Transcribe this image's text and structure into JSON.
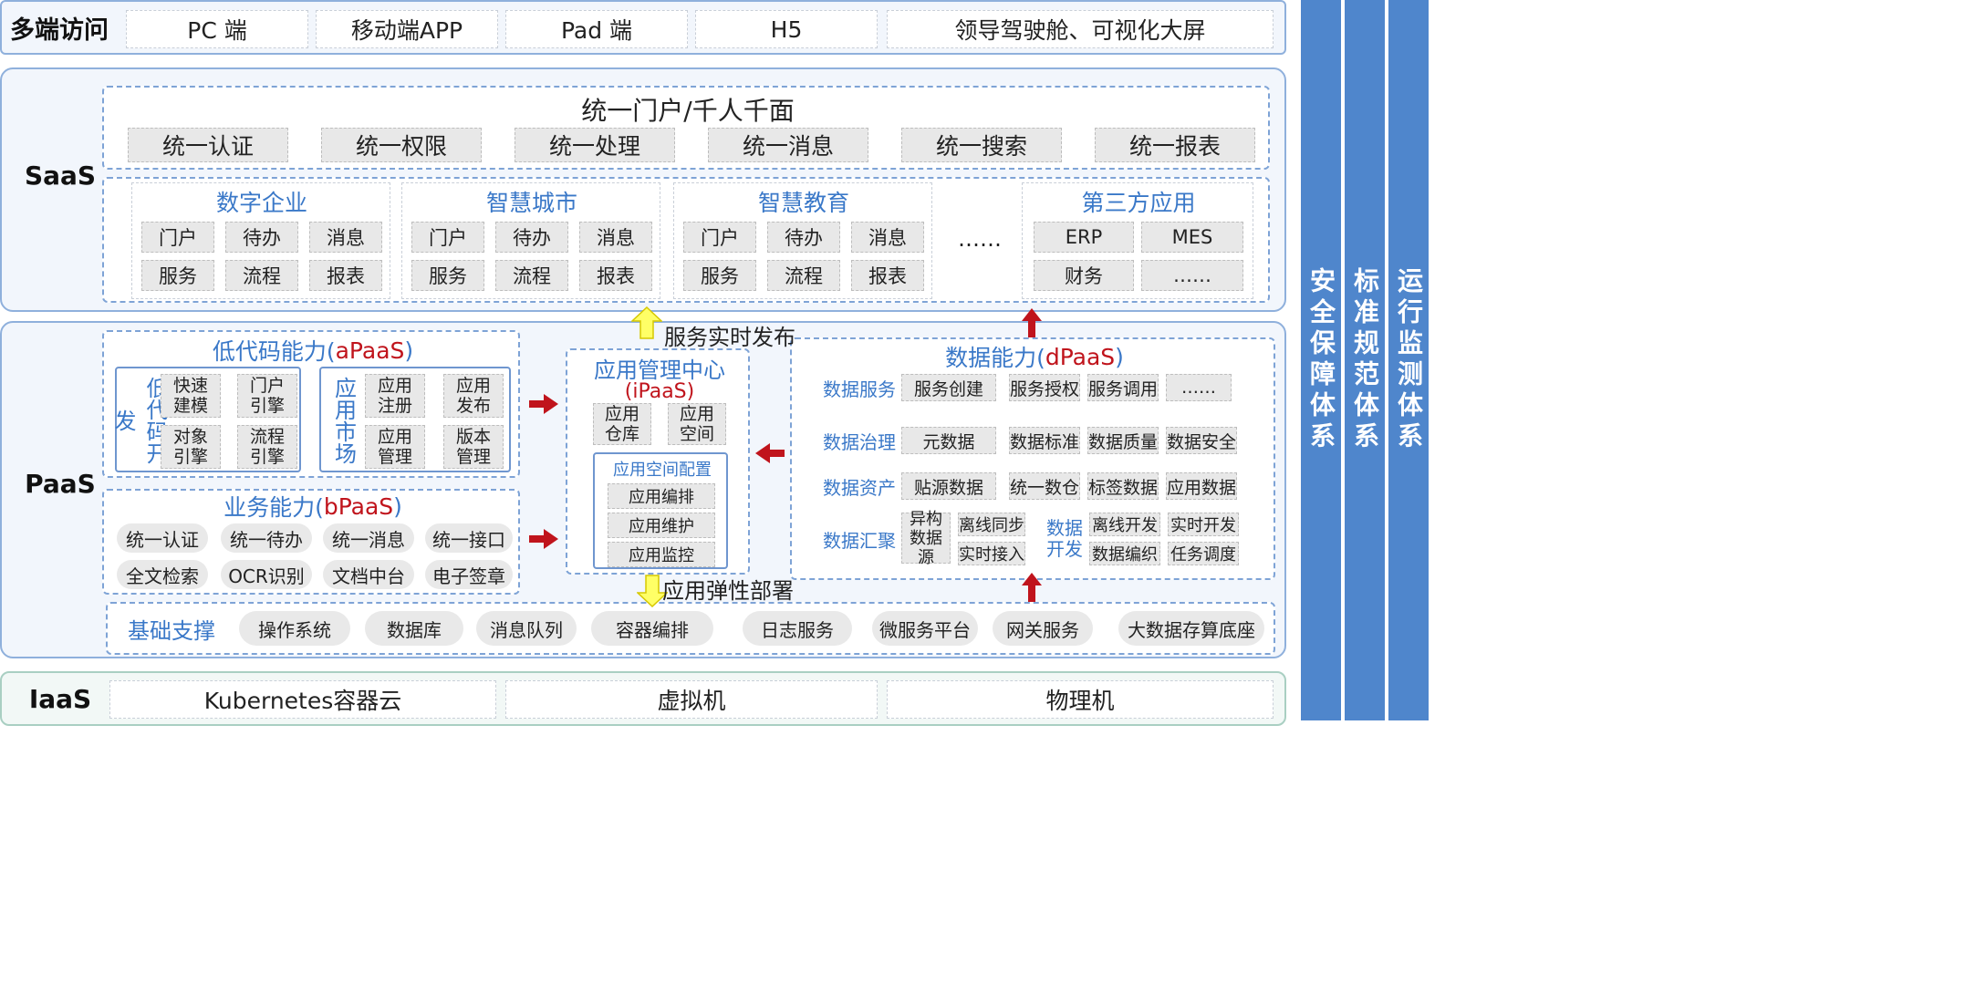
{
  "access": {
    "label": "多端访问",
    "items": [
      "PC 端",
      "移动端APP",
      "Pad 端",
      "H5",
      "领导驾驶舱、可视化大屏"
    ]
  },
  "saas": {
    "label": "SaaS",
    "portal_title": "统一门户/千人千面",
    "unified": [
      "统一认证",
      "统一权限",
      "统一处理",
      "统一消息",
      "统一搜索",
      "统一报表"
    ],
    "apps": [
      {
        "title": "数字企业",
        "items": [
          "门户",
          "待办",
          "消息",
          "服务",
          "流程",
          "报表"
        ]
      },
      {
        "title": "智慧城市",
        "items": [
          "门户",
          "待办",
          "消息",
          "服务",
          "流程",
          "报表"
        ]
      },
      {
        "title": "智慧教育",
        "items": [
          "门户",
          "待办",
          "消息",
          "服务",
          "流程",
          "报表"
        ]
      }
    ],
    "ellipsis": "……",
    "third_party": {
      "title": "第三方应用",
      "items": [
        "ERP",
        "MES",
        "财务",
        "……"
      ]
    }
  },
  "paas": {
    "label": "PaaS",
    "lowcode": {
      "title_prefix": "低代码能力(",
      "title_code": "aPaaS",
      "title_suffix": ")",
      "dev_label": "低代码开发",
      "dev_items": [
        "快速建模",
        "门户引擎",
        "对象引擎",
        "流程引擎"
      ],
      "market_label": "应用市场",
      "market_items": [
        "应用注册",
        "应用发布",
        "应用管理",
        "版本管理"
      ]
    },
    "business": {
      "title_prefix": "业务能力(",
      "title_code": "bPaaS",
      "title_suffix": ")",
      "items": [
        "统一认证",
        "统一待办",
        "统一消息",
        "统一接口",
        "全文检索",
        "OCR识别",
        "文档中台",
        "电子签章"
      ]
    },
    "app_center": {
      "title": "应用管理中心",
      "code": "(iPaaS)",
      "items": [
        "应用仓库",
        "应用空间"
      ],
      "config_title": "应用空间配置",
      "config_items": [
        "应用编排",
        "应用维护",
        "应用监控"
      ]
    },
    "publish_label": "服务实时发布",
    "deploy_label": "应用弹性部署",
    "data": {
      "title_prefix": "数据能力(",
      "title_code": "dPaaS",
      "title_suffix": ")",
      "rows": [
        {
          "label": "数据服务",
          "items": [
            "服务创建",
            "服务授权",
            "服务调用",
            "……"
          ]
        },
        {
          "label": "数据治理",
          "items": [
            "元数据",
            "数据标准",
            "数据质量",
            "数据安全"
          ]
        },
        {
          "label": "数据资产",
          "items": [
            "贴源数据",
            "统一数仓",
            "标签数据",
            "应用数据"
          ]
        }
      ],
      "collect": {
        "label": "数据汇聚",
        "hetero": "异构数据源",
        "items": [
          "离线同步",
          "实时接入"
        ],
        "dev_label": "数据开发",
        "dev_items": [
          "离线开发",
          "实时开发",
          "数据编织",
          "任务调度"
        ]
      }
    },
    "base": {
      "label": "基础支撑",
      "items": [
        "操作系统",
        "数据库",
        "消息队列",
        "容器编排",
        "日志服务",
        "微服务平台",
        "网关服务",
        "大数据存算底座"
      ]
    }
  },
  "iaas": {
    "label": "IaaS",
    "items": [
      "Kubernetes容器云",
      "虚拟机",
      "物理机"
    ]
  },
  "side": [
    "安全保障体系",
    "标准规范体系",
    "运行监测体系"
  ],
  "colors": {
    "accent_blue": "#4f86cc",
    "arrow_red": "#c0141c",
    "arrow_yellow": "#ffff66"
  }
}
